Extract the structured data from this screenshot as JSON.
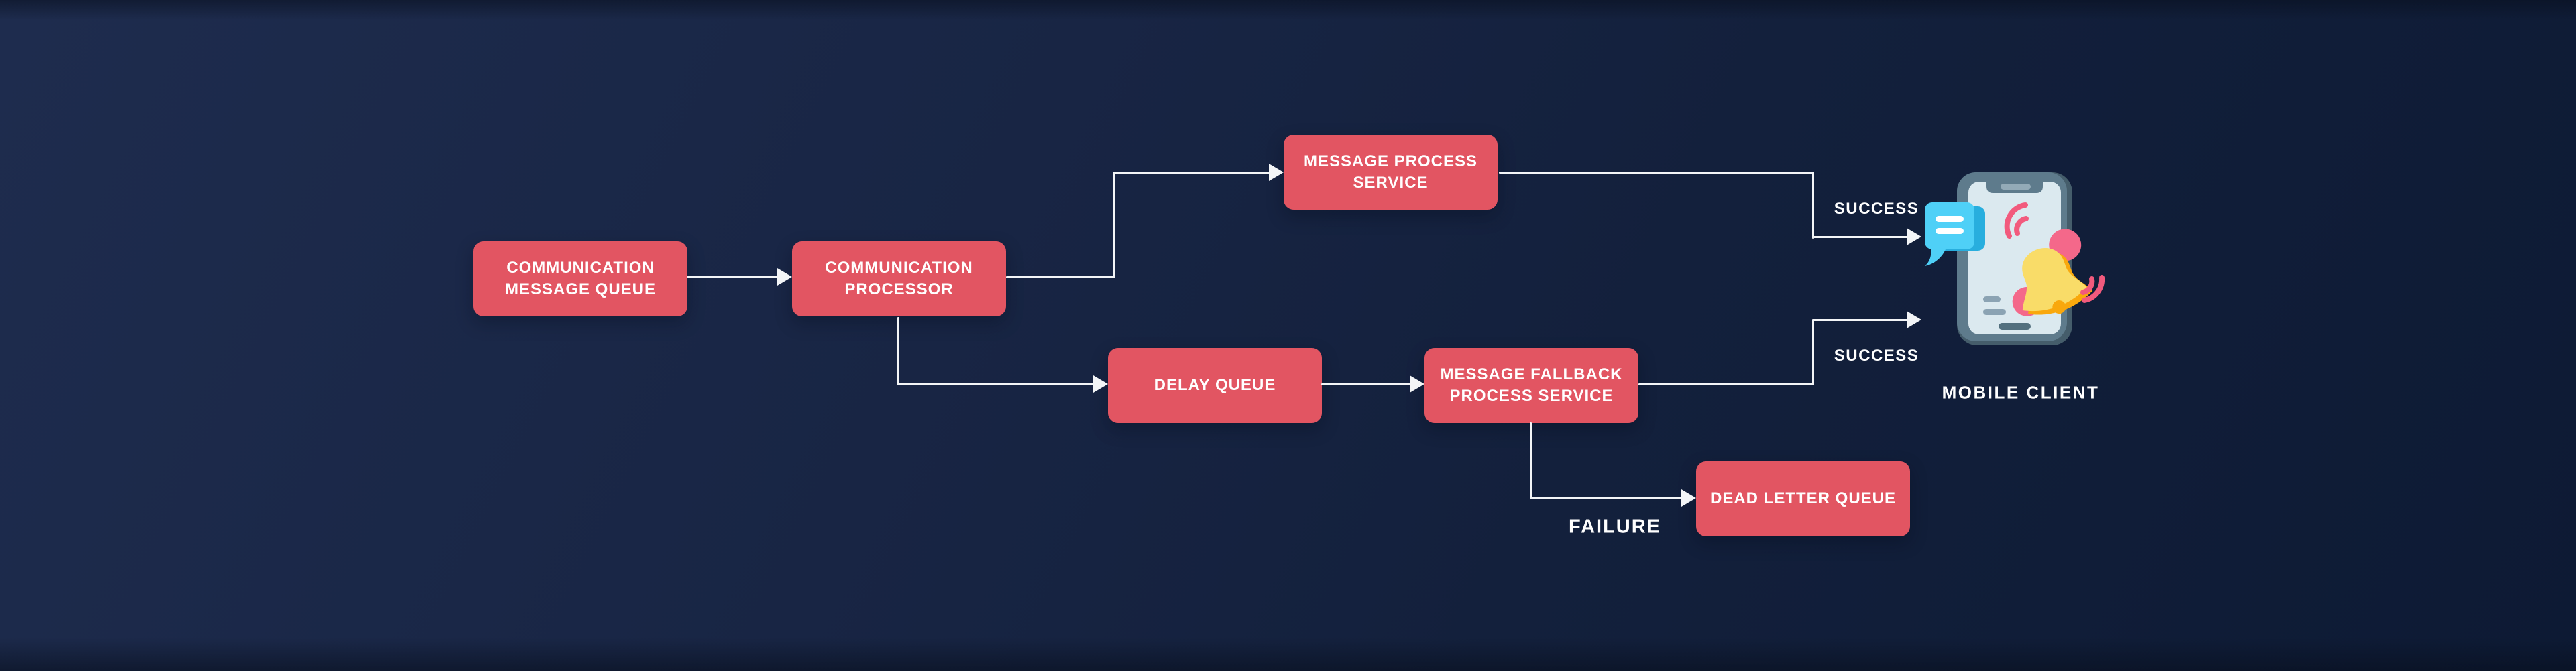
{
  "diagram": {
    "colors": {
      "background_top_left": "#1e2c4e",
      "background_bottom_right": "#0d1a34",
      "node_fill": "#e25562",
      "node_text": "#ffffff",
      "connector": "#f3f5f7",
      "phone_frame": "#5e7b8c",
      "phone_frame_dark": "#455d6b",
      "phone_screen": "#dbe9ef",
      "chat_bubble": "#4fd0f7",
      "chat_bubble_dark": "#28aede",
      "bell_yellow": "#f9dc68",
      "bell_amber": "#f9a80d",
      "bell_pink": "#f4688a",
      "vibration_pink": "#f25a7d"
    },
    "icons": {
      "client": "smartphone-notification-icon",
      "client_parts": [
        "phone-icon",
        "chat-bubble-icon",
        "notification-bell-icon",
        "vibration-arcs-icon"
      ]
    },
    "nodes": [
      {
        "id": "communication-message-queue",
        "label": "COMMUNICATION MESSAGE QUEUE"
      },
      {
        "id": "communication-processor",
        "label": "COMMUNICATION PROCESSOR"
      },
      {
        "id": "message-process-service",
        "label": "MESSAGE PROCESS SERVICE"
      },
      {
        "id": "delay-queue",
        "label": "DELAY QUEUE"
      },
      {
        "id": "message-fallback-process-service",
        "label": "MESSAGE FALLBACK PROCESS SERVICE"
      },
      {
        "id": "dead-letter-queue",
        "label": "DEAD LETTER QUEUE"
      }
    ],
    "edges": [
      {
        "from": "communication-message-queue",
        "to": "communication-processor",
        "label": ""
      },
      {
        "from": "communication-processor",
        "to": "message-process-service",
        "label": ""
      },
      {
        "from": "communication-processor",
        "to": "delay-queue",
        "label": ""
      },
      {
        "from": "delay-queue",
        "to": "message-fallback-process-service",
        "label": ""
      },
      {
        "from": "message-process-service",
        "to": "mobile-client",
        "label": "SUCCESS"
      },
      {
        "from": "message-fallback-process-service",
        "to": "mobile-client",
        "label": "SUCCESS"
      },
      {
        "from": "message-fallback-process-service",
        "to": "dead-letter-queue",
        "label": "FAILURE"
      }
    ],
    "client_label": "MOBILE CLIENT"
  }
}
